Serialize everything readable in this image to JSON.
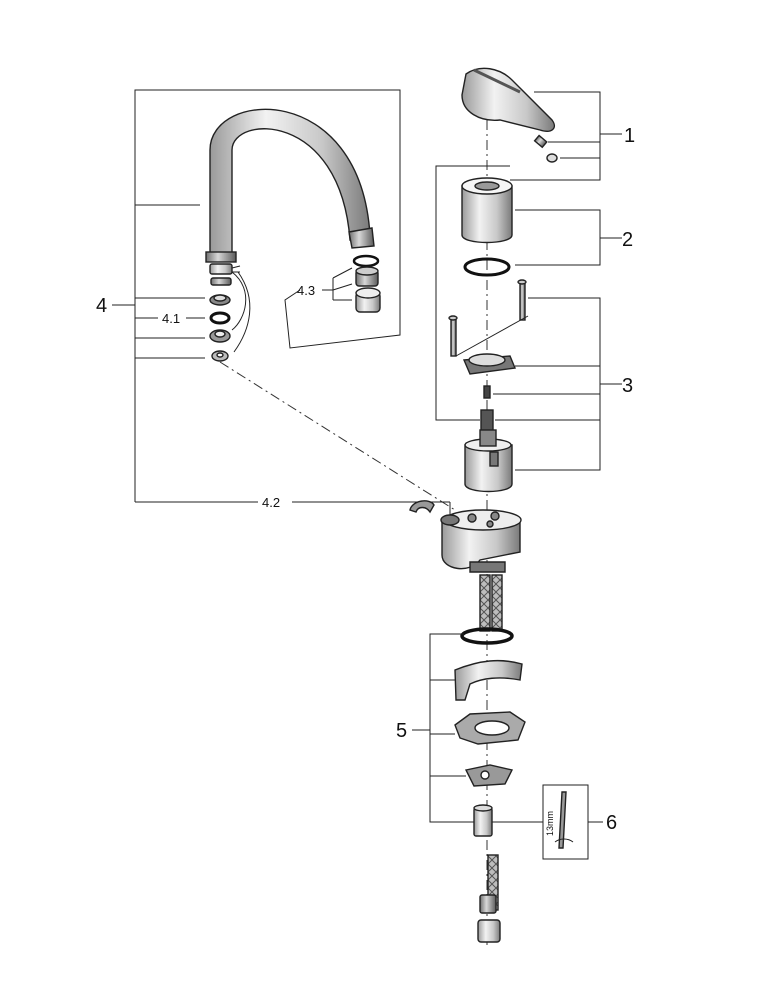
{
  "callouts": {
    "c1": "1",
    "c2": "2",
    "c3": "3",
    "c4": "4",
    "c41": "4.1",
    "c42": "4.2",
    "c43": "4.3",
    "c5": "5",
    "c6": "6"
  },
  "tool_label": "13mm"
}
